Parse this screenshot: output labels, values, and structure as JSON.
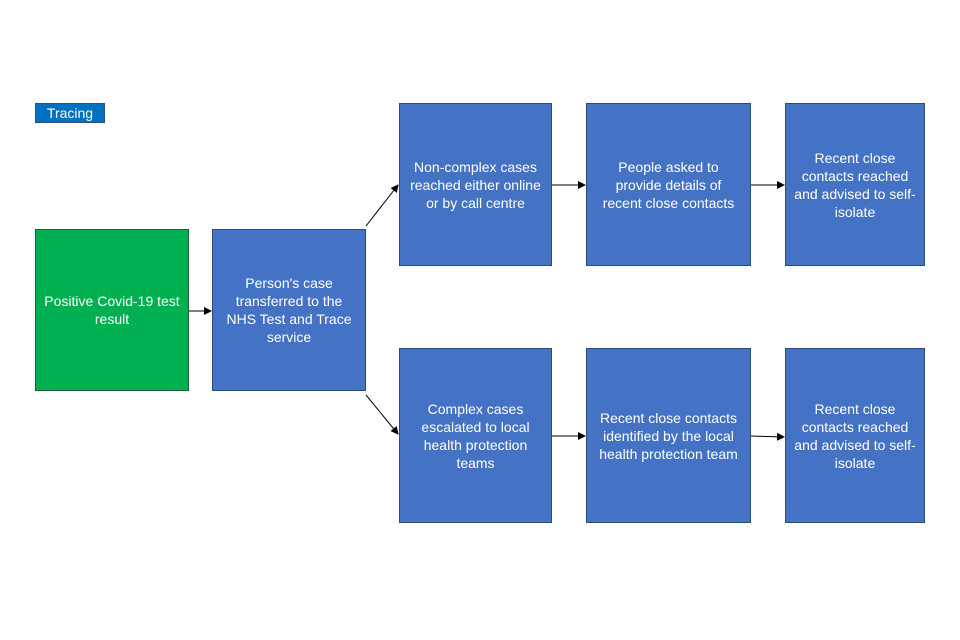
{
  "tag": {
    "label": "Tracing"
  },
  "colors": {
    "green": "#00b050",
    "blue": "#4472c4",
    "tag": "#0070c0"
  },
  "nodes": {
    "positive_test": "Positive Covid-19 test result",
    "transferred": "Person's case transferred to the NHS Test and Trace service",
    "non_complex": "Non-complex cases reached either online or by call centre",
    "people_asked": "People asked to provide details of recent close contacts",
    "contacts_reached_top": "Recent close contacts reached and advised to self-isolate",
    "complex": "Complex cases escalated to local health protection teams",
    "contacts_identified": "Recent close contacts identified by the local health protection team",
    "contacts_reached_bottom": "Recent close contacts reached and advised to self-isolate"
  }
}
